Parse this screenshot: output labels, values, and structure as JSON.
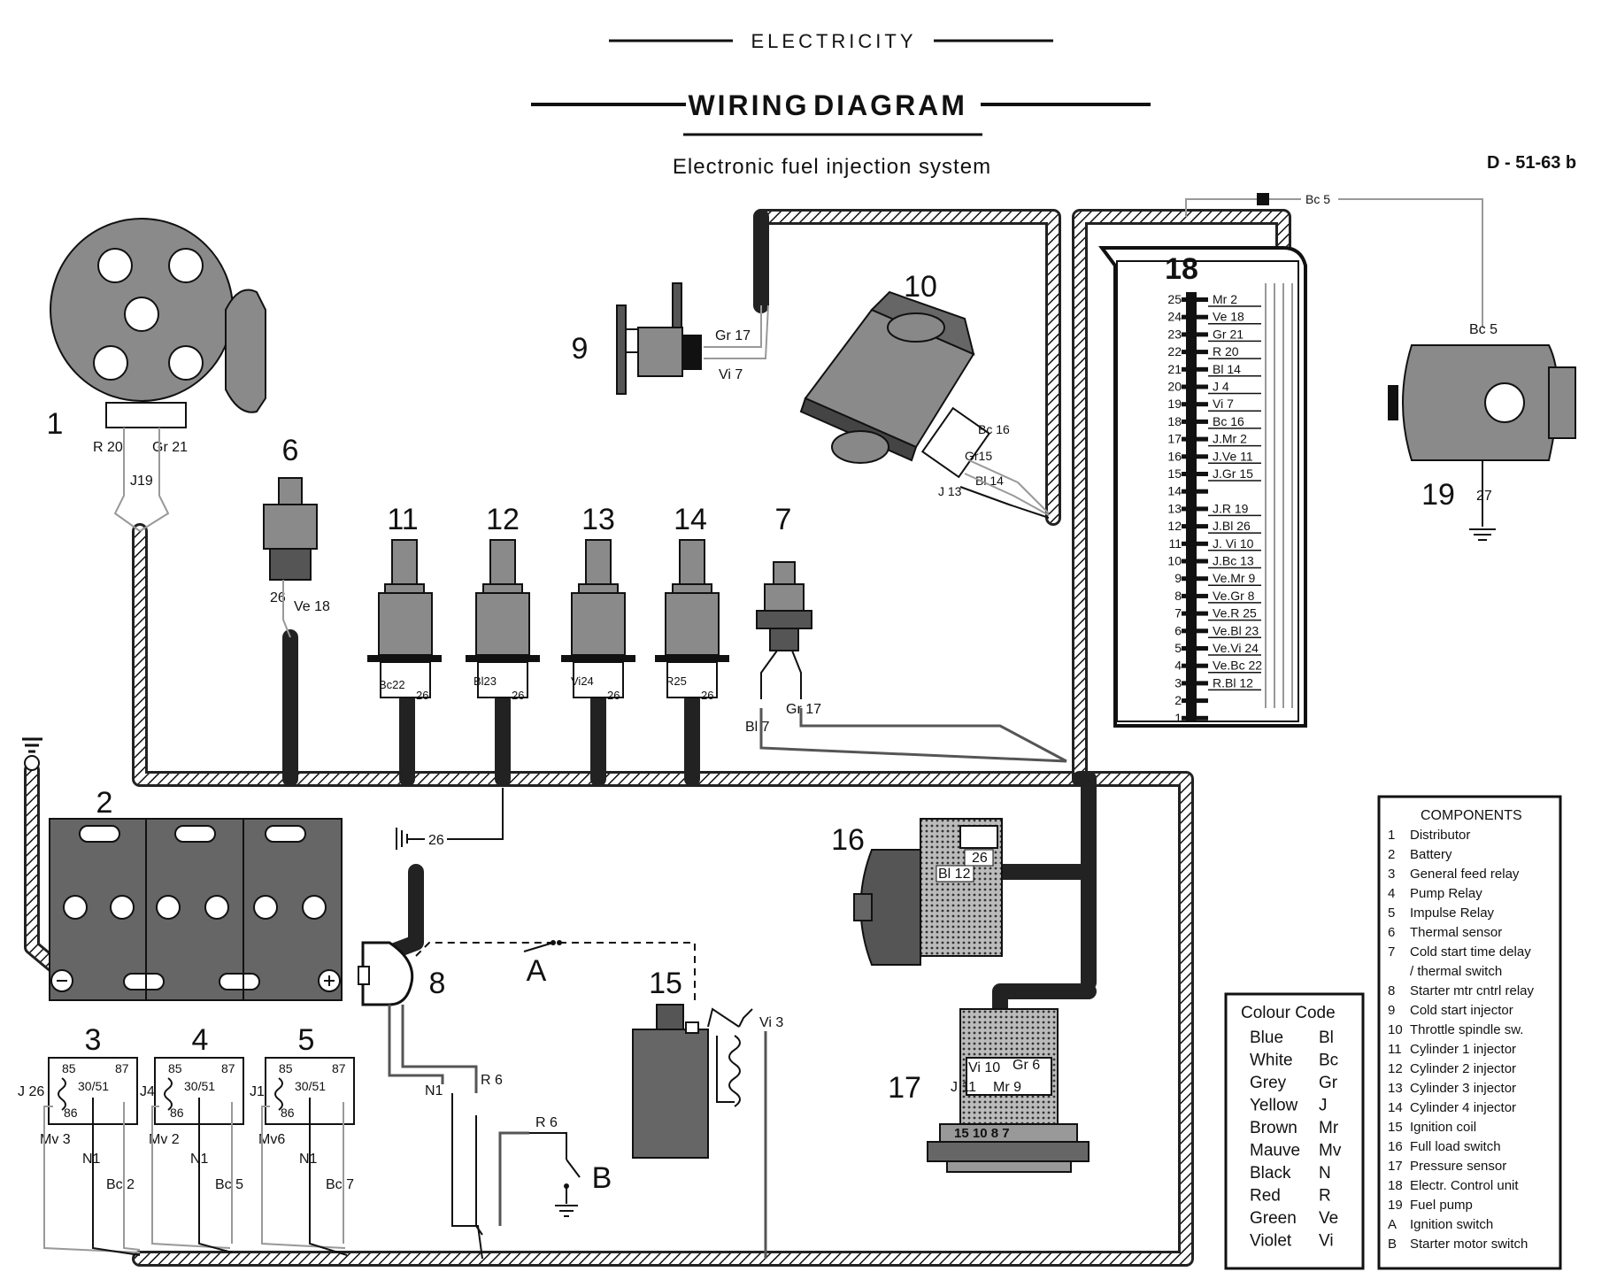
{
  "header": {
    "section": "ELECTRICITY",
    "title_part1": "WIRING",
    "title_part2": "DIAGRAM",
    "subtitle": "Electronic fuel injection system",
    "ref": "D - 51-63 b"
  },
  "numbers": {
    "n1": "1",
    "n2": "2",
    "n3": "3",
    "n4": "4",
    "n5": "5",
    "n6": "6",
    "n7": "7",
    "n8": "8",
    "n9": "9",
    "n10": "10",
    "n11": "11",
    "n12": "12",
    "n13": "13",
    "n14": "14",
    "n15": "15",
    "n16": "16",
    "n17": "17",
    "n18": "18",
    "n19": "19",
    "nA": "A",
    "nB": "B"
  },
  "wire_labels": {
    "dist_r20": "R 20",
    "dist_gr21": "Gr 21",
    "dist_j19": "J19",
    "ts_26": "26",
    "ts_ve18": "Ve 18",
    "inj11_a": "Bc22",
    "inj11_b": "26",
    "inj12_a": "Bl23",
    "inj12_b": "26",
    "inj13_a": "Vi24",
    "inj13_b": "26",
    "inj14_a": "R25",
    "inj14_b": "26",
    "cs_bl7": "Bl 7",
    "cs_gr17": "Gr 17",
    "csi_gr17": "Gr 17",
    "csi_vi7": "Vi 7",
    "ts10_bc16": "Bc 16",
    "ts10_gr15": "Gr15",
    "ts10_bl14": "Bl 14",
    "ts10_j13": "J 13",
    "ground_26": "26",
    "relay_85": "85",
    "relay_87": "87",
    "relay_3051": "30/51",
    "relay_86": "86",
    "r3_j26": "J 26",
    "r4_j4": "J4",
    "r5_j1": "J1",
    "r3_mv3": "Mv 3",
    "r4_mv2": "Mv 2",
    "r5_mv6": "Mv6",
    "r3_n1": "N1",
    "r4_n1": "N1",
    "r5_n1": "N1",
    "r3_bc2": "Bc 2",
    "r4_bc5": "Bc 5",
    "r5_bc7": "Bc 7",
    "s8_n1": "N1",
    "s8_r6": "R 6",
    "b_r6": "R 6",
    "coil_vi3": "Vi 3",
    "fl_bl12": "Bl 12",
    "fl_26": "26",
    "ps_vi10": "Vi 10",
    "ps_gr6": "Gr 6",
    "ps_j11": "J 11",
    "ps_mr9": "Mr 9",
    "ps_pins": "15 10  8   7",
    "fp_bc5_top": "Bc 5",
    "fp_bc5": "Bc 5",
    "fp_27": "27"
  },
  "ecu": {
    "pins": [
      "25",
      "24",
      "23",
      "22",
      "21",
      "20",
      "19",
      "18",
      "17",
      "16",
      "15",
      "14",
      "13",
      "12",
      "11",
      "10",
      "9",
      "8",
      "7",
      "6",
      "5",
      "4",
      "3",
      "2",
      "1"
    ],
    "wires": [
      "Mr 2",
      "Ve 18",
      "Gr 21",
      "R 20",
      "Bl 14",
      "J 4",
      "Vi 7",
      "Bc 16",
      "J.Mr 2",
      "J.Ve 11",
      "J.Gr 15",
      "",
      "J.R 19",
      "J.Bl 26",
      "J. Vi 10",
      "J.Bc 13",
      "Ve.Mr 9",
      "Ve.Gr 8",
      "Ve.R 25",
      "Ve.Bl 23",
      "Ve.Vi 24",
      "Ve.Bc 22",
      "R.Bl 12",
      "",
      ""
    ]
  },
  "colour_code": {
    "title": "Colour Code",
    "rows": [
      {
        "name": "Blue",
        "code": "Bl"
      },
      {
        "name": "White",
        "code": "Bc"
      },
      {
        "name": "Grey",
        "code": "Gr"
      },
      {
        "name": "Yellow",
        "code": "J"
      },
      {
        "name": "Brown",
        "code": "Mr"
      },
      {
        "name": "Mauve",
        "code": "Mv"
      },
      {
        "name": "Black",
        "code": "N"
      },
      {
        "name": "Red",
        "code": "R"
      },
      {
        "name": "Green",
        "code": "Ve"
      },
      {
        "name": "Violet",
        "code": "Vi"
      }
    ]
  },
  "components": {
    "title": "COMPONENTS",
    "rows": [
      {
        "k": "1",
        "v": "Distributor"
      },
      {
        "k": "2",
        "v": "Battery"
      },
      {
        "k": "3",
        "v": "General  feed  relay"
      },
      {
        "k": "4",
        "v": "Pump Relay"
      },
      {
        "k": "5",
        "v": "Impulse Relay"
      },
      {
        "k": "6",
        "v": "Thermal sensor"
      },
      {
        "k": "7",
        "v": "Cold start time delay"
      },
      {
        "k": "",
        "v": "/ thermal switch"
      },
      {
        "k": "8",
        "v": "Starter mtr cntrl relay"
      },
      {
        "k": "9",
        "v": "Cold start injector"
      },
      {
        "k": "10",
        "v": "Throttle spindle sw."
      },
      {
        "k": "11",
        "v": "Cylinder 1 injector"
      },
      {
        "k": "12",
        "v": "Cylinder 2 injector"
      },
      {
        "k": "13",
        "v": "Cylinder 3 injector"
      },
      {
        "k": "14",
        "v": "Cylinder 4 injector"
      },
      {
        "k": "15",
        "v": "Ignition coil"
      },
      {
        "k": "16",
        "v": "Full load switch"
      },
      {
        "k": "17",
        "v": "Pressure sensor"
      },
      {
        "k": "18",
        "v": "Electr. Control unit"
      },
      {
        "k": "19",
        "v": "Fuel pump"
      },
      {
        "k": "A",
        "v": "Ignition switch"
      },
      {
        "k": "B",
        "v": "Starter motor switch"
      }
    ]
  },
  "style": {
    "ink": "#111111",
    "part_grey": "#8a8a8a",
    "dark_grey": "#555555"
  }
}
